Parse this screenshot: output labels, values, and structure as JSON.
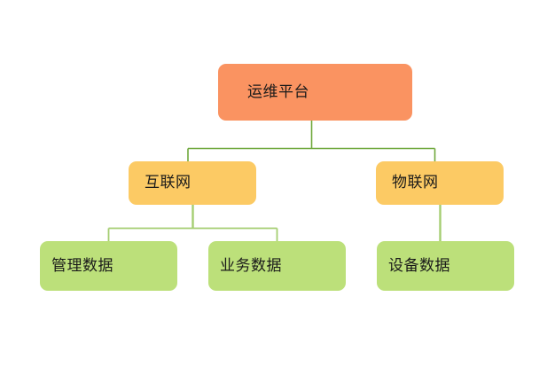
{
  "diagram": {
    "type": "org-tree",
    "orientation": "top-down",
    "colors": {
      "root_fill": "#FA9361",
      "level2_fill": "#FCCA64",
      "level3_fill": "#BCE07A",
      "connector_upper": "#6FA83C",
      "connector_lower": "#A5CE72",
      "text": "#1a1a1a",
      "background": "#FFFFFF"
    },
    "nodes": {
      "root": {
        "label": "运维平台"
      },
      "internet": {
        "label": "互联网"
      },
      "iot": {
        "label": "物联网"
      },
      "mgmt_data": {
        "label": "管理数据"
      },
      "biz_data": {
        "label": "业务数据"
      },
      "device_data": {
        "label": "设备数据"
      }
    },
    "edges": [
      {
        "from": "root",
        "to": "internet"
      },
      {
        "from": "root",
        "to": "iot"
      },
      {
        "from": "internet",
        "to": "mgmt_data"
      },
      {
        "from": "internet",
        "to": "biz_data"
      },
      {
        "from": "iot",
        "to": "device_data"
      }
    ]
  }
}
